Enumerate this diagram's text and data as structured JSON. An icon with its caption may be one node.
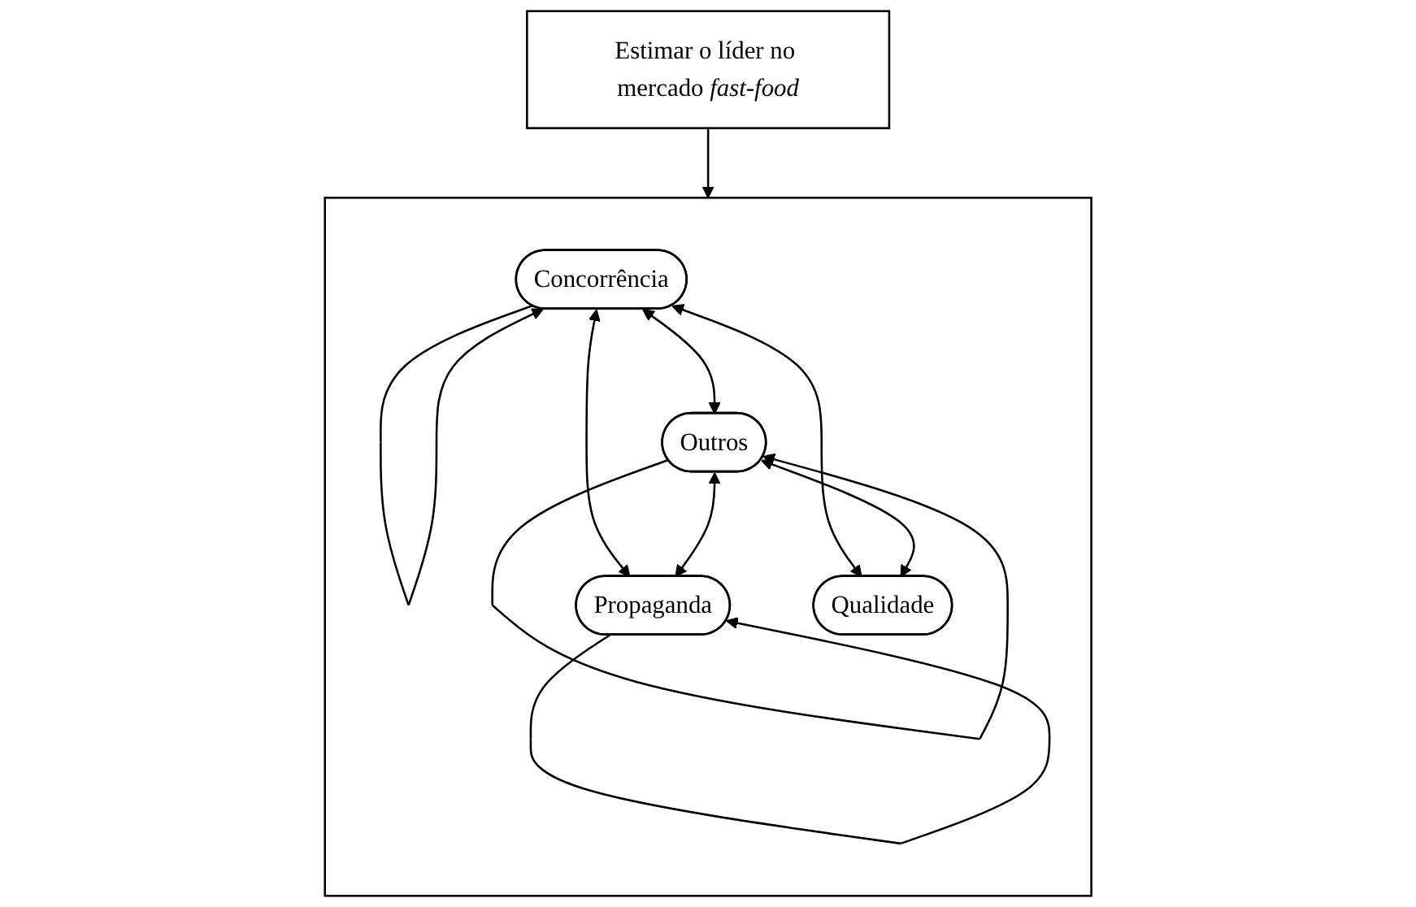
{
  "diagram": {
    "nodes": [
      {
        "text": [
          "Estimar o líder no mercado *fast-food*"
        ]
      },
      {
        "text": [],
        "shape": "box"
      },
      {
        "text": [
          "Concorrência"
        ],
        "in": 1
      },
      {
        "text": [
          "Outros"
        ],
        "in": 1
      },
      {
        "text": [
          "Propaganda"
        ],
        "in": 1
      },
      {
        "text": [
          "Qualidade"
        ],
        "in": 1
      }
    ],
    "edges": [
      {
        "from": 0,
        "to": 1,
        "arrow": "to"
      },
      {
        "from": 2,
        "to": 2,
        "arrow": "to"
      },
      {
        "from": 2,
        "to": 3,
        "arrow": "both"
      },
      {
        "from": 2,
        "to": 4,
        "arrow": "both"
      },
      {
        "from": 4,
        "to": 4,
        "arrow": "to"
      },
      {
        "from": 3,
        "to": 3,
        "arrow": "to"
      },
      {
        "from": 3,
        "to": 4,
        "arrow": "both"
      },
      {
        "from": 2,
        "to": 5,
        "arrow": "both"
      },
      {
        "from": 3,
        "to": 5,
        "arrow": "both"
      }
    ]
  }
}
